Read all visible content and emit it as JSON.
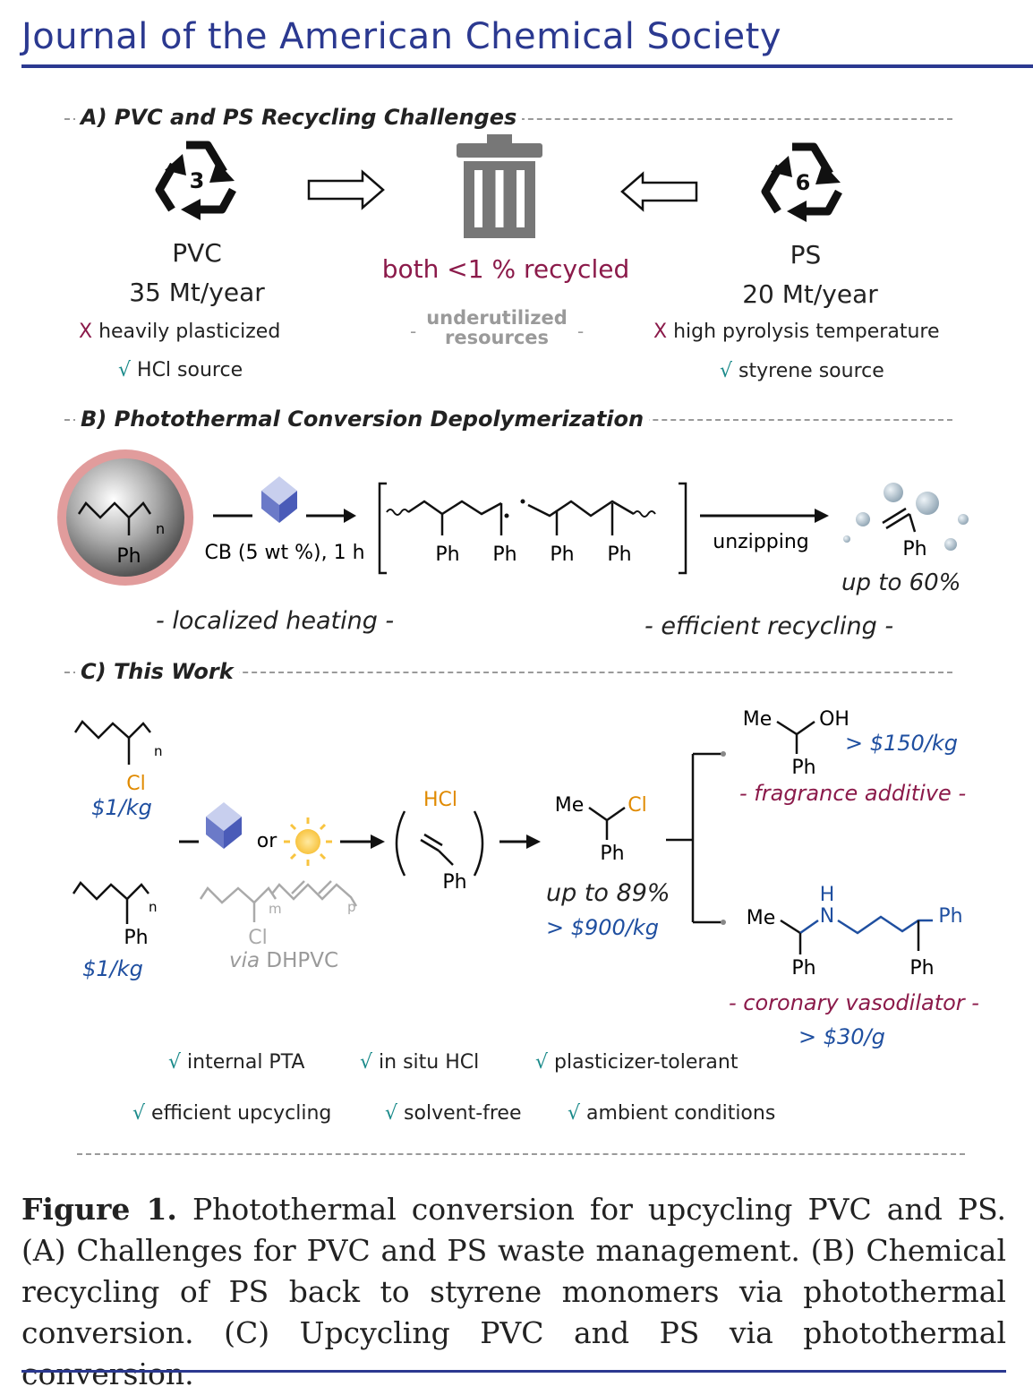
{
  "header": {
    "journal": "Journal of the American Chemical Society"
  },
  "sectionA": {
    "title": "A) PVC and PS Recycling Challenges",
    "pvc": {
      "code": "3",
      "name": "PVC",
      "amount": "35 Mt/year",
      "con": "heavily plasticized",
      "pro": "HCl source"
    },
    "center": {
      "recycled": "both <1 % recycled",
      "note_line1": "underutilized",
      "note_line2": "resources"
    },
    "ps": {
      "code": "6",
      "name": "PS",
      "amount": "20 Mt/year",
      "con": "high pyrolysis temperature",
      "pro": "styrene source"
    },
    "x_mark": "X",
    "check_mark": "√"
  },
  "sectionB": {
    "title": "B) Photothermal Conversion Depolymerization",
    "ph": "Ph",
    "n": "n",
    "conditions": "CB (5 wt %), 1 h",
    "unzipping": "unzipping",
    "yield": "up to 60%",
    "left_note": "- localized heating -",
    "right_note": "- efficient recycling -"
  },
  "sectionC": {
    "title": "C) This Work",
    "pvc_sub": "Cl",
    "pvc_price": "$1/kg",
    "ps_sub": "Ph",
    "ps_price": "$1/kg",
    "or": "or",
    "dhpvc_cl": "Cl",
    "dhpvc_m": "m",
    "dhpvc_p": "p",
    "dhpvc_via": "via",
    "dhpvc_name": "DHPVC",
    "hcl": "HCl",
    "styrene_ph": "Ph",
    "product_me": "Me",
    "product_cl": "Cl",
    "product_ph": "Ph",
    "yield": "up to 89%",
    "product_price": "> $900/kg",
    "alcohol": {
      "me": "Me",
      "oh": "OH",
      "ph": "Ph",
      "price": "> $150/kg",
      "use": "- fragrance additive -"
    },
    "amine": {
      "me": "Me",
      "h": "H",
      "n": "N",
      "ph1": "Ph",
      "ph2": "Ph",
      "ph3": "Ph",
      "use": "- coronary vasodilator -",
      "price": "> $30/g"
    },
    "features": [
      "internal PTA",
      "in situ HCl",
      "plasticizer-tolerant",
      "efficient upcycling",
      "solvent-free",
      "ambient conditions"
    ]
  },
  "caption": {
    "label": "Figure 1.",
    "text": " Photothermal conversion for upcycling PVC and PS. (A) Challenges for PVC and PS waste management. (B) Chemical recycling of PS back to styrene monomers via photothermal conversion. (C) Upcycling PVC and PS via photothermal conversion."
  }
}
